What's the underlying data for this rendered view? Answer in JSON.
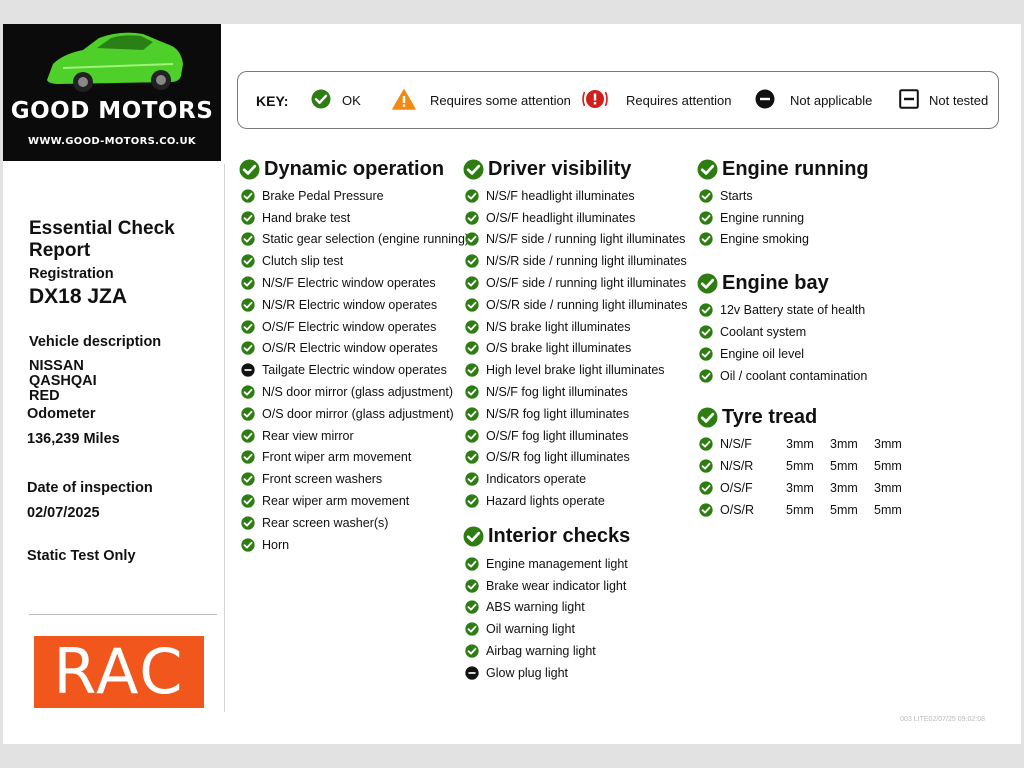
{
  "logo": {
    "name": "GOOD MOTORS",
    "url": "WWW.GOOD-MOTORS.CO.UK",
    "car_color": "#4fcf2a"
  },
  "report": {
    "title": "Essential Check Report",
    "registration_label": "Registration",
    "registration": "DX18 JZA",
    "vehicle_description_label": "Vehicle description",
    "vehicle_description": [
      "NISSAN",
      "QASHQAI",
      "RED"
    ],
    "odometer_label": "Odometer",
    "odometer": "136,239 Miles",
    "inspection_date_label": "Date of inspection",
    "inspection_date": "02/07/2025",
    "test_note": "Static Test Only"
  },
  "rac_logo": "RAC",
  "key": {
    "title": "KEY:",
    "items": [
      {
        "icon": "ok",
        "label": "OK"
      },
      {
        "icon": "some-attention",
        "label": "Requires some attention"
      },
      {
        "icon": "attention",
        "label": "Requires attention"
      },
      {
        "icon": "na",
        "label": "Not applicable"
      },
      {
        "icon": "not-tested",
        "label": "Not tested"
      }
    ]
  },
  "colors": {
    "ok": "#2e7d12",
    "warning": "#f08a14",
    "danger": "#d0201c",
    "rac": "#f1561d"
  },
  "sections": {
    "dynamic_operation": {
      "title": "Dynamic operation",
      "items": [
        {
          "label": "Brake Pedal Pressure",
          "status": "ok"
        },
        {
          "label": "Hand brake test",
          "status": "ok"
        },
        {
          "label": "Static gear selection (engine running)",
          "status": "ok"
        },
        {
          "label": "Clutch slip test",
          "status": "ok"
        },
        {
          "label": "N/S/F Electric window operates",
          "status": "ok"
        },
        {
          "label": "N/S/R Electric window operates",
          "status": "ok"
        },
        {
          "label": "O/S/F Electric window operates",
          "status": "ok"
        },
        {
          "label": "O/S/R Electric window operates",
          "status": "ok"
        },
        {
          "label": "Tailgate Electric window operates",
          "status": "na"
        },
        {
          "label": "N/S door mirror (glass adjustment)",
          "status": "ok"
        },
        {
          "label": "O/S door mirror (glass adjustment)",
          "status": "ok"
        },
        {
          "label": "Rear view mirror",
          "status": "ok"
        },
        {
          "label": "Front wiper arm movement",
          "status": "ok"
        },
        {
          "label": "Front screen washers",
          "status": "ok"
        },
        {
          "label": "Rear wiper arm movement",
          "status": "ok"
        },
        {
          "label": "Rear screen washer(s)",
          "status": "ok"
        },
        {
          "label": "Horn",
          "status": "ok"
        }
      ]
    },
    "driver_visibility": {
      "title": "Driver visibility",
      "items": [
        {
          "label": "N/S/F headlight illuminates",
          "status": "ok"
        },
        {
          "label": "O/S/F headlight illuminates",
          "status": "ok"
        },
        {
          "label": "N/S/F side / running light illuminates",
          "status": "ok"
        },
        {
          "label": "N/S/R side / running light illuminates",
          "status": "ok"
        },
        {
          "label": "O/S/F side / running light illuminates",
          "status": "ok"
        },
        {
          "label": "O/S/R side / running light illuminates",
          "status": "ok"
        },
        {
          "label": "N/S brake light illuminates",
          "status": "ok"
        },
        {
          "label": "O/S brake light illuminates",
          "status": "ok"
        },
        {
          "label": "High level brake light illuminates",
          "status": "ok"
        },
        {
          "label": "N/S/F fog light illuminates",
          "status": "ok"
        },
        {
          "label": "N/S/R fog light illuminates",
          "status": "ok"
        },
        {
          "label": "O/S/F fog light illuminates",
          "status": "ok"
        },
        {
          "label": "O/S/R fog light illuminates",
          "status": "ok"
        },
        {
          "label": "Indicators operate",
          "status": "ok"
        },
        {
          "label": "Hazard lights operate",
          "status": "ok"
        }
      ]
    },
    "interior_checks": {
      "title": "Interior checks",
      "items": [
        {
          "label": "Engine management light",
          "status": "ok"
        },
        {
          "label": "Brake wear indicator light",
          "status": "ok"
        },
        {
          "label": "ABS warning light",
          "status": "ok"
        },
        {
          "label": "Oil warning light",
          "status": "ok"
        },
        {
          "label": "Airbag warning light",
          "status": "ok"
        },
        {
          "label": "Glow plug light",
          "status": "na"
        }
      ]
    },
    "engine_running": {
      "title": "Engine running",
      "items": [
        {
          "label": "Starts",
          "status": "ok"
        },
        {
          "label": "Engine running",
          "status": "ok"
        },
        {
          "label": "Engine smoking",
          "status": "ok"
        }
      ]
    },
    "engine_bay": {
      "title": "Engine bay",
      "items": [
        {
          "label": "12v Battery state of health",
          "status": "ok"
        },
        {
          "label": "Coolant system",
          "status": "ok"
        },
        {
          "label": "Engine oil level",
          "status": "ok"
        },
        {
          "label": "Oil / coolant contamination",
          "status": "ok"
        }
      ]
    },
    "tyre_tread": {
      "title": "Tyre tread",
      "rows": [
        {
          "position": "N/S/F",
          "depths": [
            "3mm",
            "3mm",
            "3mm"
          ],
          "status": "ok"
        },
        {
          "position": "N/S/R",
          "depths": [
            "5mm",
            "5mm",
            "5mm"
          ],
          "status": "ok"
        },
        {
          "position": "O/S/F",
          "depths": [
            "3mm",
            "3mm",
            "3mm"
          ],
          "status": "ok"
        },
        {
          "position": "O/S/R",
          "depths": [
            "5mm",
            "5mm",
            "5mm"
          ],
          "status": "ok"
        }
      ]
    }
  },
  "footer": "003 LITE02/07/25 09:02:08"
}
